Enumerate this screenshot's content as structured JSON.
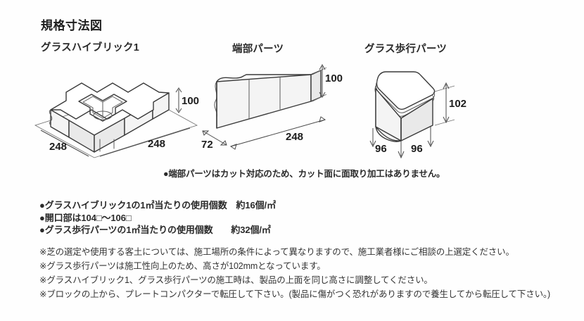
{
  "page": {
    "title": "規格寸法図"
  },
  "figures": [
    {
      "id": "glass-hybrick-1",
      "title": "グラスハイブリック1",
      "dimensions": {
        "height": "100",
        "width_left": "248",
        "width_right": "248"
      }
    },
    {
      "id": "end-parts",
      "title": "端部パーツ",
      "dimensions": {
        "height": "100",
        "length": "248",
        "depth": "72"
      }
    },
    {
      "id": "glass-walk-parts",
      "title": "グラス歩行パーツ",
      "dimensions": {
        "height": "102",
        "width_left": "96",
        "width_right": "96"
      }
    }
  ],
  "center_note": "●端部パーツはカット対応のため、カット面に面取り加工はありません。",
  "bullets": [
    "●グラスハイブリック1の1㎡当たりの使用個数　約16個/㎡",
    "●開口部は104□〜106□",
    "●グラス歩行パーツの1㎡当たりの使用個数　　約32個/㎡"
  ],
  "notes": [
    "※芝の選定や使用する客土については、施工場所の条件によって異なりますので、施工業者様にご相談の上選定ください。",
    "※グラス歩行パーツは施工性向上のため、高さが102mmとなっています。",
    "※グラスハイブリック1、グラス歩行パーツの施工時は、製品の上面を同じ高さに調整してください。",
    "※ブロックの上から、プレートコンパクターで転圧して下さい。(製品に傷がつく恐れがありますので養生してから転圧して下さい。)"
  ],
  "colors": {
    "ink": "#2b2b2b",
    "line": "#3a3a3a",
    "face_top": "#ffffff",
    "face_light": "#f4f4f4",
    "face_dark": "#e9e9e9",
    "background": "#ffffff"
  }
}
